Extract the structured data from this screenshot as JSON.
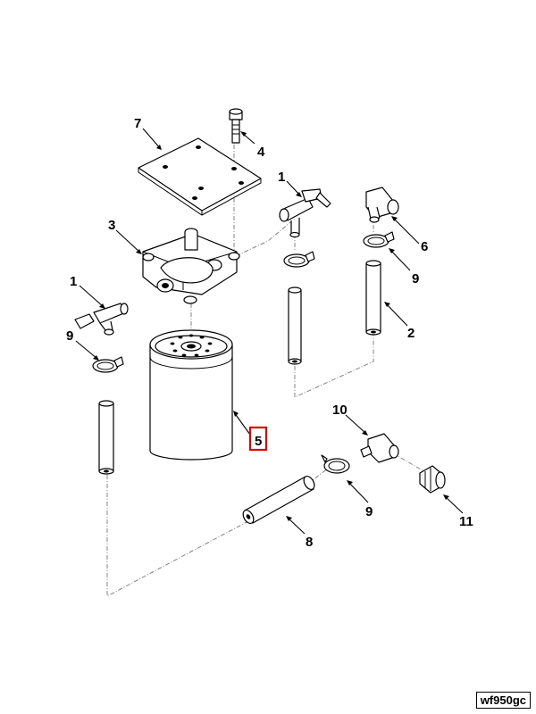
{
  "figure": {
    "id": "wf950gc",
    "highlight_color": "#d40000"
  },
  "callouts": {
    "c1a": "1",
    "c1b": "1",
    "c2": "2",
    "c3": "3",
    "c4": "4",
    "c5": "5",
    "c6": "6",
    "c7": "7",
    "c8": "8",
    "c9a": "9",
    "c9b": "9",
    "c9c": "9",
    "c10": "10",
    "c11": "11"
  },
  "highlighted_callout": "5"
}
